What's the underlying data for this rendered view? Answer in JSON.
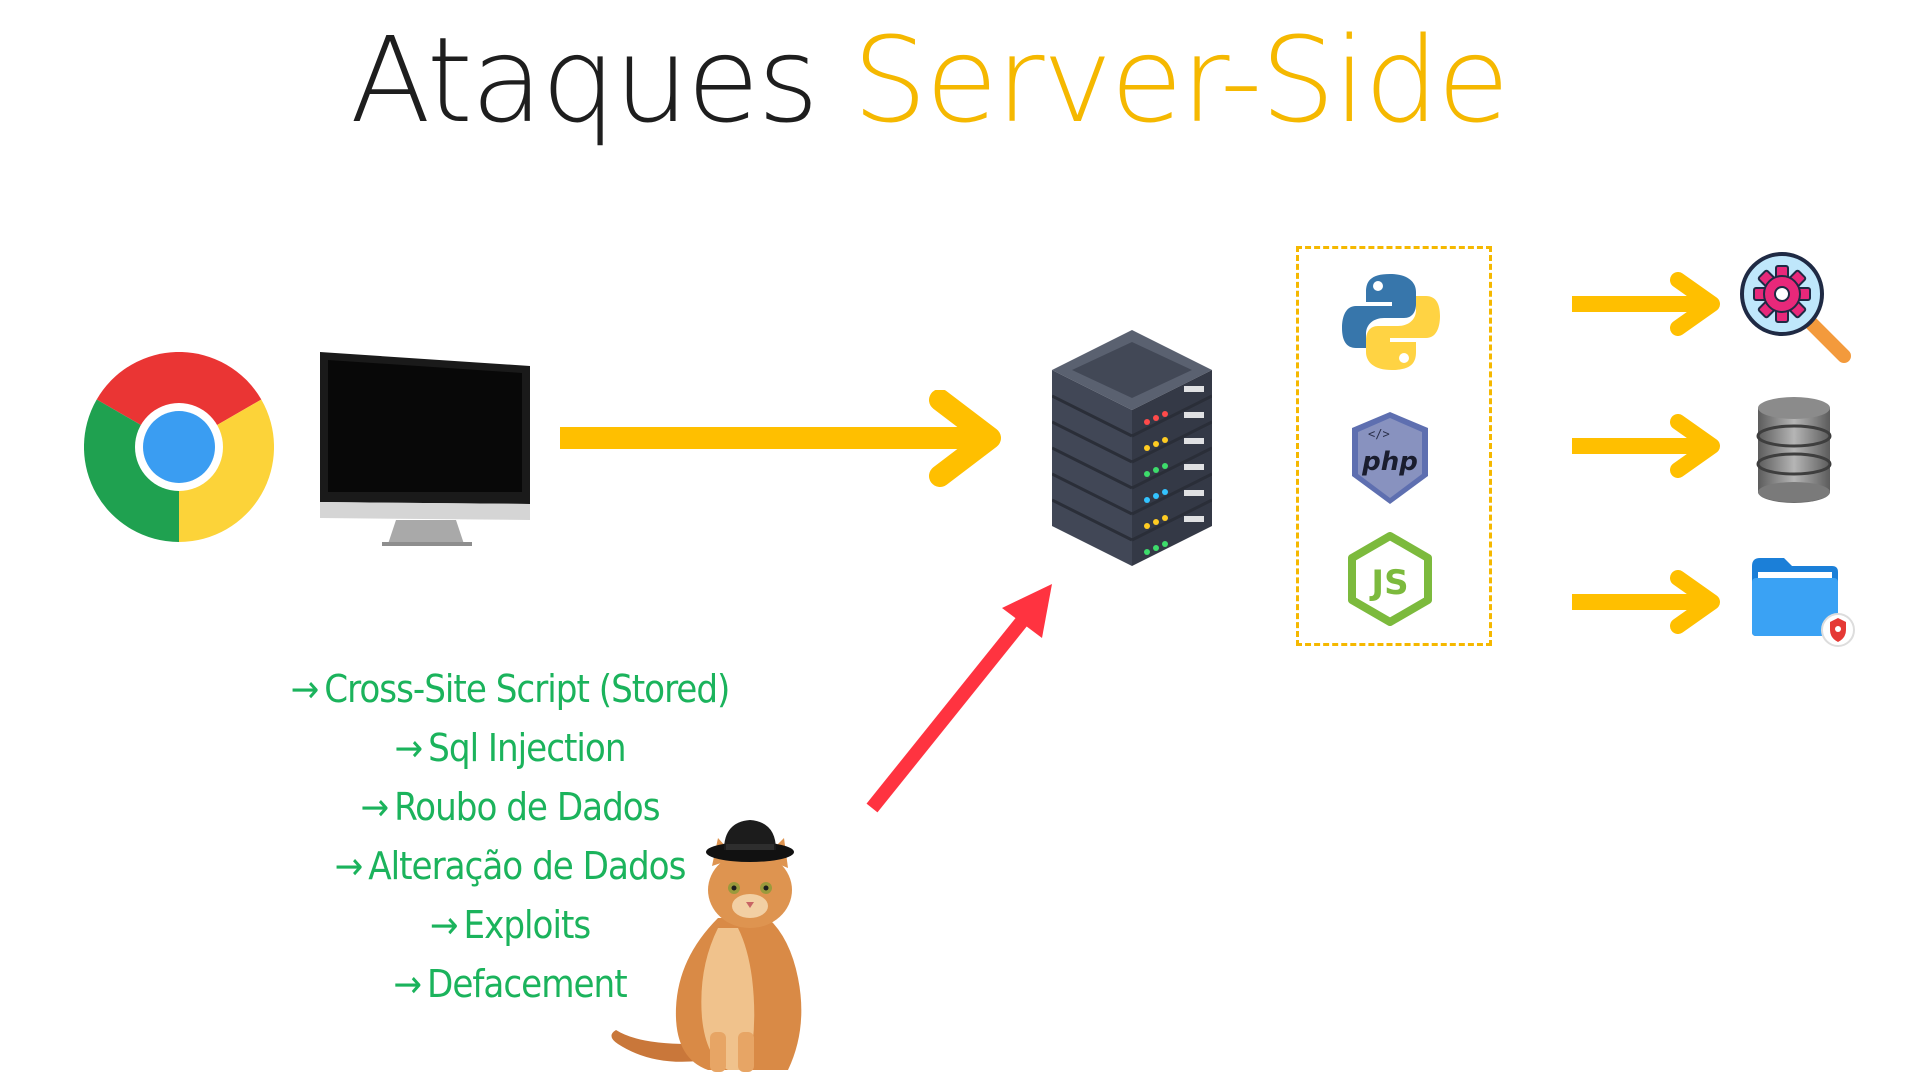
{
  "title": {
    "part1": "Ataques",
    "part2": "Server-Side"
  },
  "colors": {
    "accent": "#f5b800",
    "attack_text": "#1bb35c",
    "attack_arrow": "#ff3340",
    "flow_arrow": "#ffbf00"
  },
  "icons": {
    "browser": "chrome-browser-icon",
    "client": "desktop-monitor-icon",
    "server": "server-rack-icon",
    "languages": [
      "python-logo-icon",
      "php-logo-icon",
      "nodejs-logo-icon"
    ],
    "targets": [
      "gear-search-icon",
      "database-icon",
      "secure-folder-icon"
    ],
    "attacker": "cat-with-hat-icon"
  },
  "logos": {
    "php": "php",
    "node": "JS"
  },
  "attacks": [
    {
      "label": "Cross-Site Script (Stored)"
    },
    {
      "label": "Sql Injection"
    },
    {
      "label": "Roubo de Dados"
    },
    {
      "label": "Alteração de Dados"
    },
    {
      "label": "Exploits"
    },
    {
      "label": "Defacement"
    }
  ]
}
